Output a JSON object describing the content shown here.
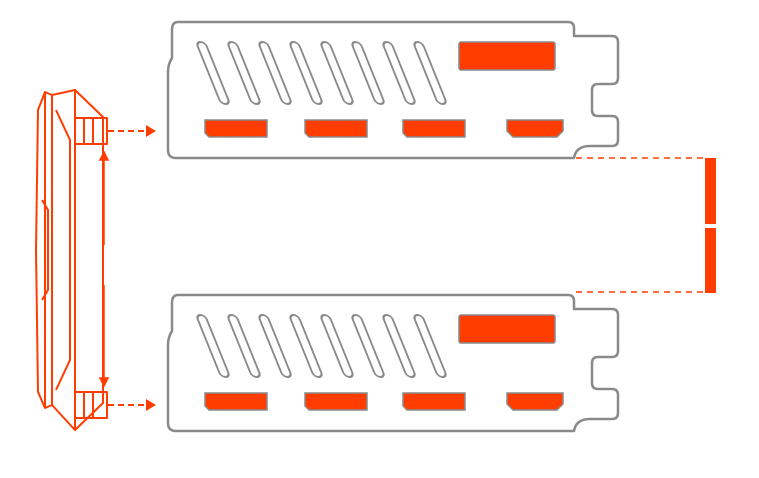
{
  "colors": {
    "accent": "#ff3d00",
    "accent_dark": "#e03a00",
    "bracket_fill": "#ffffff",
    "bracket_stroke": "#8a8a8a"
  },
  "icons": [
    "gpu-side-profile-icon",
    "io-bracket-icon",
    "arrow-right-icon",
    "vent-slot-icon",
    "display-port-icon",
    "hdmi-port-icon"
  ],
  "brackets": [
    {
      "name": "top",
      "vent_count": 8,
      "ports": [
        "displayport",
        "displayport",
        "displayport",
        "hdmi"
      ]
    },
    {
      "name": "bottom",
      "vent_count": 8,
      "ports": [
        "displayport",
        "displayport",
        "displayport",
        "hdmi"
      ]
    }
  ]
}
